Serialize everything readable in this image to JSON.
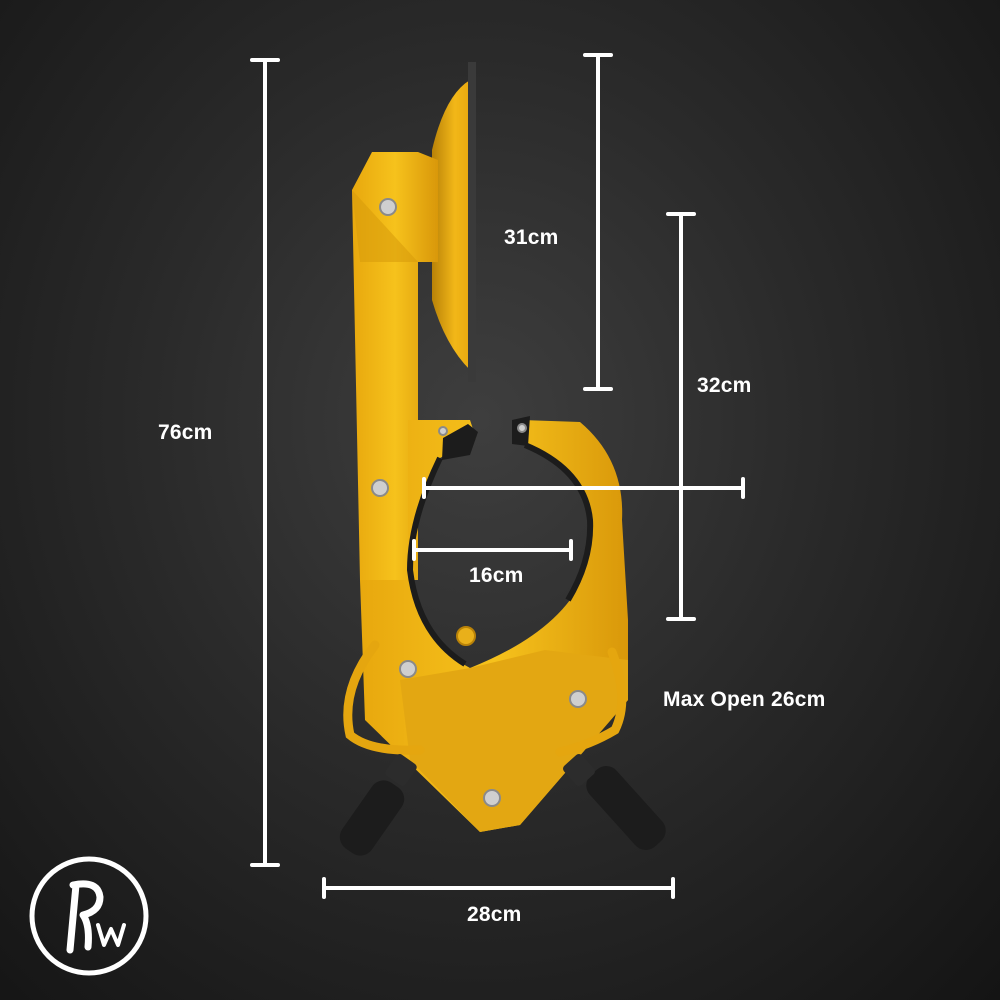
{
  "dimensions": {
    "height": "76cm",
    "plate_height": "31cm",
    "clamp_height": "32cm",
    "inner_width": "16cm",
    "max_open": "Max Open 26cm",
    "base_width": "28cm"
  },
  "logo": {
    "text": "Rw"
  },
  "colors": {
    "body_yellow": "#f0b515",
    "body_shadow": "#c98f0a",
    "rubber_black": "#1c1c1c",
    "lines_white": "#ffffff"
  }
}
